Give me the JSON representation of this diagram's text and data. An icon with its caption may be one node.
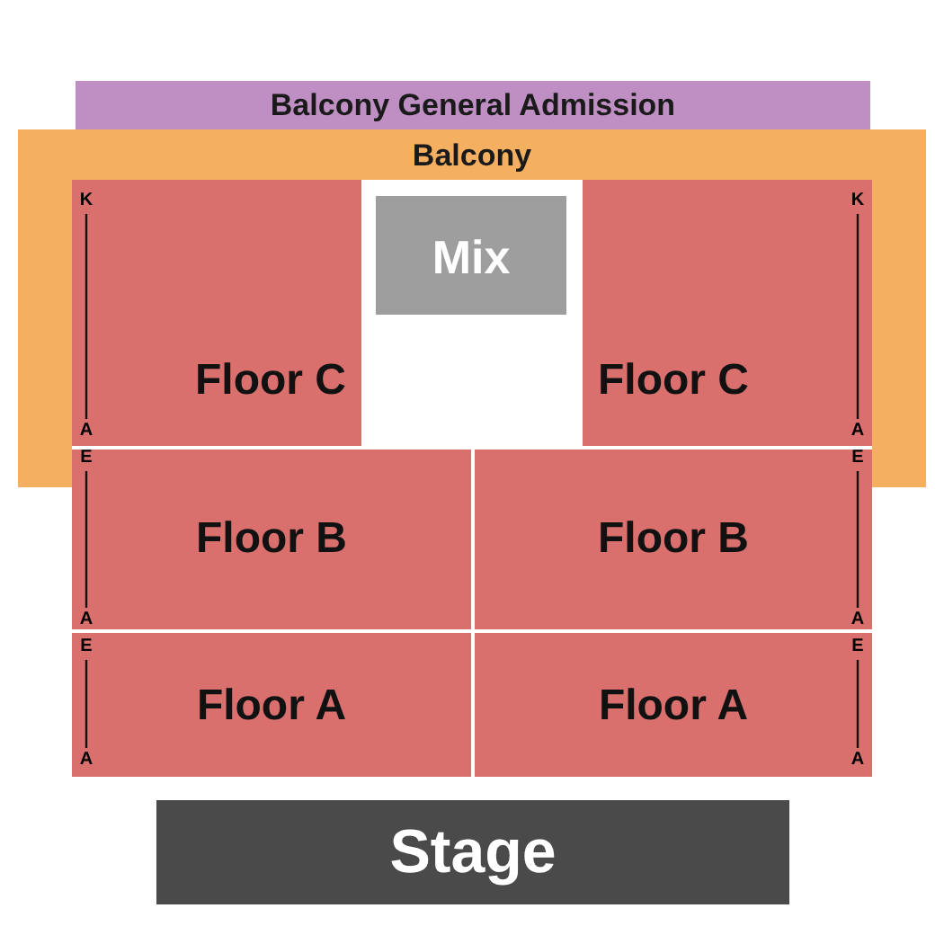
{
  "diagram": {
    "nodes": [
      {
        "text": [
          "Balcony General Admission"
        ]
      },
      {
        "text": [
          "Balcony"
        ]
      },
      {
        "text": [
          "Mix"
        ]
      },
      {
        "text": [
          "Floor C"
        ]
      },
      {
        "text": [
          "Floor C"
        ]
      },
      {
        "text": [
          "Floor B"
        ]
      },
      {
        "text": [
          "Floor B"
        ]
      },
      {
        "text": [
          "Floor A"
        ]
      },
      {
        "text": [
          "Floor A"
        ]
      },
      {
        "text": [
          "Stage"
        ]
      }
    ],
    "labels": [
      "K",
      "K",
      "A",
      "A",
      "E",
      "E",
      "A",
      "A",
      "E",
      "E",
      "A",
      "A"
    ]
  }
}
